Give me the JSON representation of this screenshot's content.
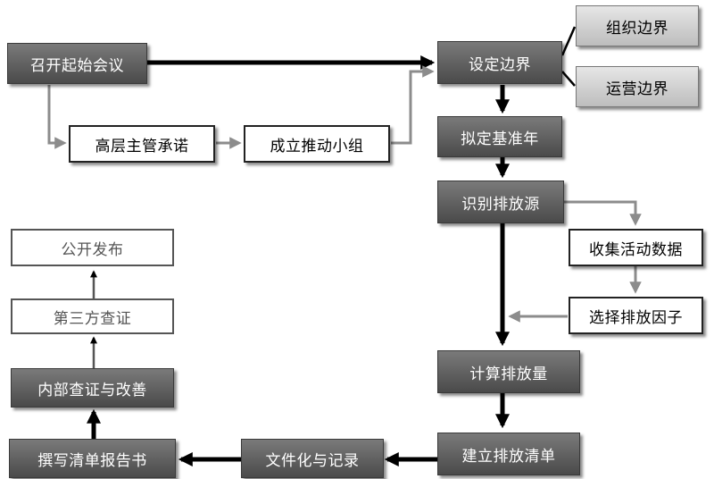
{
  "boxes": {
    "kickoff": "召开起始会议",
    "commitment": "高层主管承诺",
    "team": "成立推动小组",
    "set_boundary": "设定边界",
    "org_boundary": "组织边界",
    "ops_boundary": "运营边界",
    "base_year": "拟定基准年",
    "identify_sources": "识别排放源",
    "collect_data": "收集活动数据",
    "select_factors": "选择排放因子",
    "calc_emissions": "计算排放量",
    "build_inventory": "建立排放清单",
    "documentation": "文件化与记录",
    "write_report": "撰写清单报告书",
    "internal_verify": "内部查证与改善",
    "third_party": "第三方查证",
    "publish": "公开发布"
  },
  "colors": {
    "dark_box": "#5a5a5a",
    "light_arrow": "#8c8c8c",
    "dark_arrow": "#000000"
  }
}
